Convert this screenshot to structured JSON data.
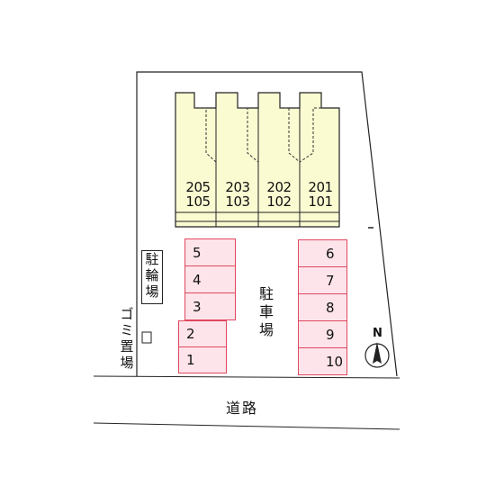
{
  "units": [
    {
      "upper": "205",
      "lower": "105"
    },
    {
      "upper": "203",
      "lower": "103"
    },
    {
      "upper": "202",
      "lower": "102"
    },
    {
      "upper": "201",
      "lower": "101"
    }
  ],
  "parking_left": [
    "5",
    "4",
    "3",
    "2",
    "1"
  ],
  "parking_right": [
    "6",
    "7",
    "8",
    "9",
    "10"
  ],
  "labels": {
    "bicycle_parking": "駐\n輪\n場",
    "garbage": "ゴ\nミ\n置\n場",
    "parking_lot": "駐\n車\n場",
    "road": "道路",
    "north": "N"
  },
  "colors": {
    "building_fill": "#fbfbd2",
    "parking_fill": "#fde4ea",
    "parking_border": "#e0485f",
    "line": "#222222"
  }
}
